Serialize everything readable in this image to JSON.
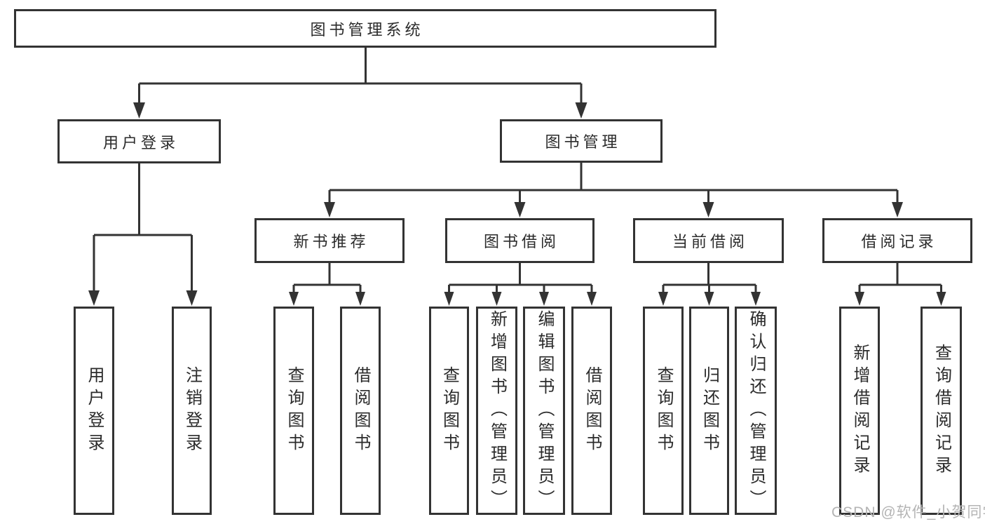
{
  "diagram": {
    "type": "hierarchy-tree",
    "tree": {
      "label": "图书管理系统",
      "children": [
        {
          "label": "用户登录",
          "children": [
            {
              "label": "用户登录"
            },
            {
              "label": "注销登录"
            }
          ]
        },
        {
          "label": "图书管理",
          "children": [
            {
              "label": "新书推荐",
              "children": [
                {
                  "label": "查询图书"
                },
                {
                  "label": "借阅图书"
                }
              ]
            },
            {
              "label": "图书借阅",
              "children": [
                {
                  "label": "查询图书"
                },
                {
                  "label": "新增图书（管理员）"
                },
                {
                  "label": "编辑图书（管理员）"
                },
                {
                  "label": "借阅图书"
                }
              ]
            },
            {
              "label": "当前借阅",
              "children": [
                {
                  "label": "查询图书"
                },
                {
                  "label": "归还图书"
                },
                {
                  "label": "确认归还（管理员）"
                }
              ]
            },
            {
              "label": "借阅记录",
              "children": [
                {
                  "label": "新增借阅记录"
                },
                {
                  "label": "查询借阅记录"
                }
              ]
            }
          ]
        }
      ]
    },
    "colors": {
      "line": "#333333",
      "text": "#2b2b2b",
      "background": "#ffffff",
      "watermark": "#b4b4b4"
    }
  },
  "watermark": {
    "text": "CSDN @软件_小贺同学"
  }
}
